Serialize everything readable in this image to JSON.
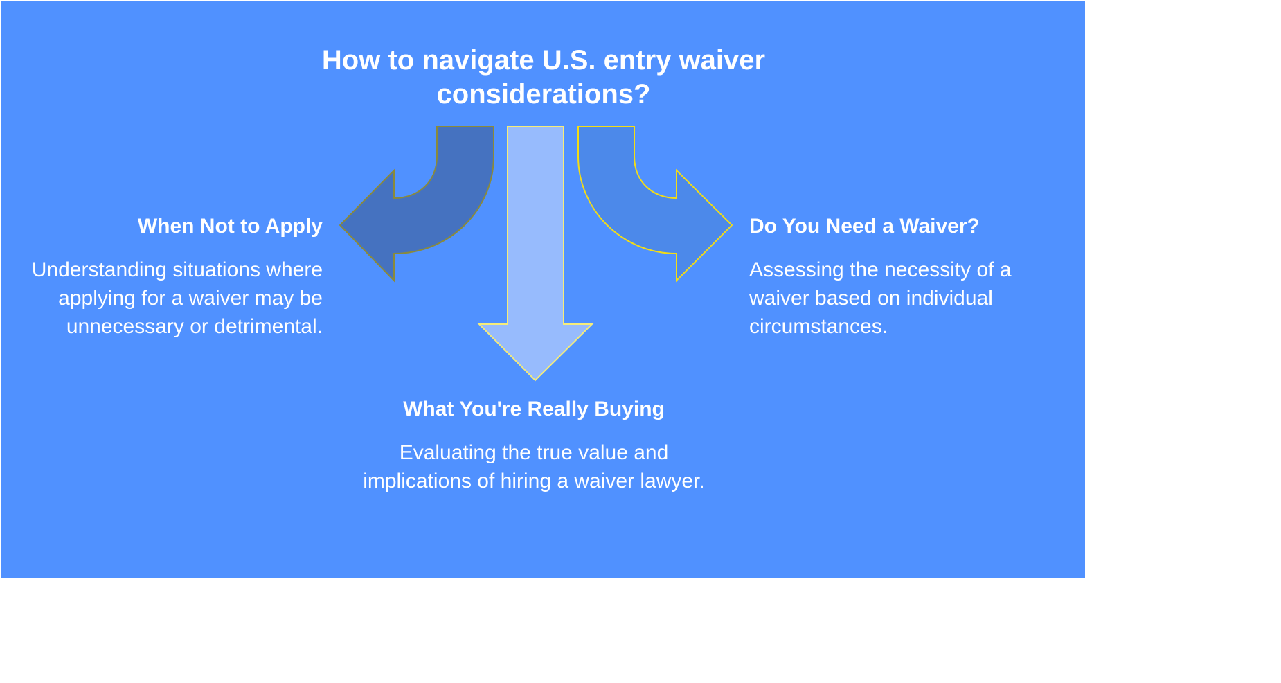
{
  "diagram": {
    "title": "How to navigate U.S. entry waiver considerations?",
    "colors": {
      "background": "#5091ff",
      "left_arrow_fill": "#4572c0",
      "left_arrow_stroke": "#8a8a3a",
      "center_arrow_fill": "#97bbfd",
      "center_arrow_stroke": "#f5ec7a",
      "right_arrow_fill": "#4c89ea",
      "right_arrow_stroke": "#f2dc17",
      "text": "#ffffff"
    },
    "branches": [
      {
        "id": "left",
        "direction": "left",
        "heading": "When Not to Apply",
        "description": "Understanding situations where applying for a waiver may be unnecessary or detrimental."
      },
      {
        "id": "center",
        "direction": "down",
        "heading": "What You're Really Buying",
        "description": "Evaluating the true value and implications of hiring a waiver lawyer."
      },
      {
        "id": "right",
        "direction": "right",
        "heading": "Do You Need a Waiver?",
        "description": "Assessing the necessity of a waiver based on individual circumstances."
      }
    ]
  }
}
